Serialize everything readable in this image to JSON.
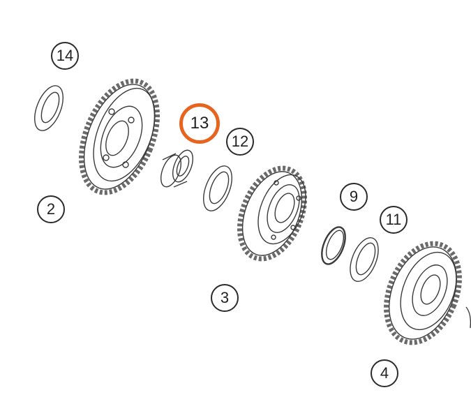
{
  "callouts": [
    {
      "label": "14"
    },
    {
      "label": "2"
    },
    {
      "label": "13",
      "highlighted": true
    },
    {
      "label": "12"
    },
    {
      "label": "3"
    },
    {
      "label": "9"
    },
    {
      "label": "11"
    },
    {
      "label": "4"
    }
  ],
  "colors": {
    "highlight": "#e8641e",
    "line": "#2b2b2b",
    "background": "#ffffff"
  }
}
